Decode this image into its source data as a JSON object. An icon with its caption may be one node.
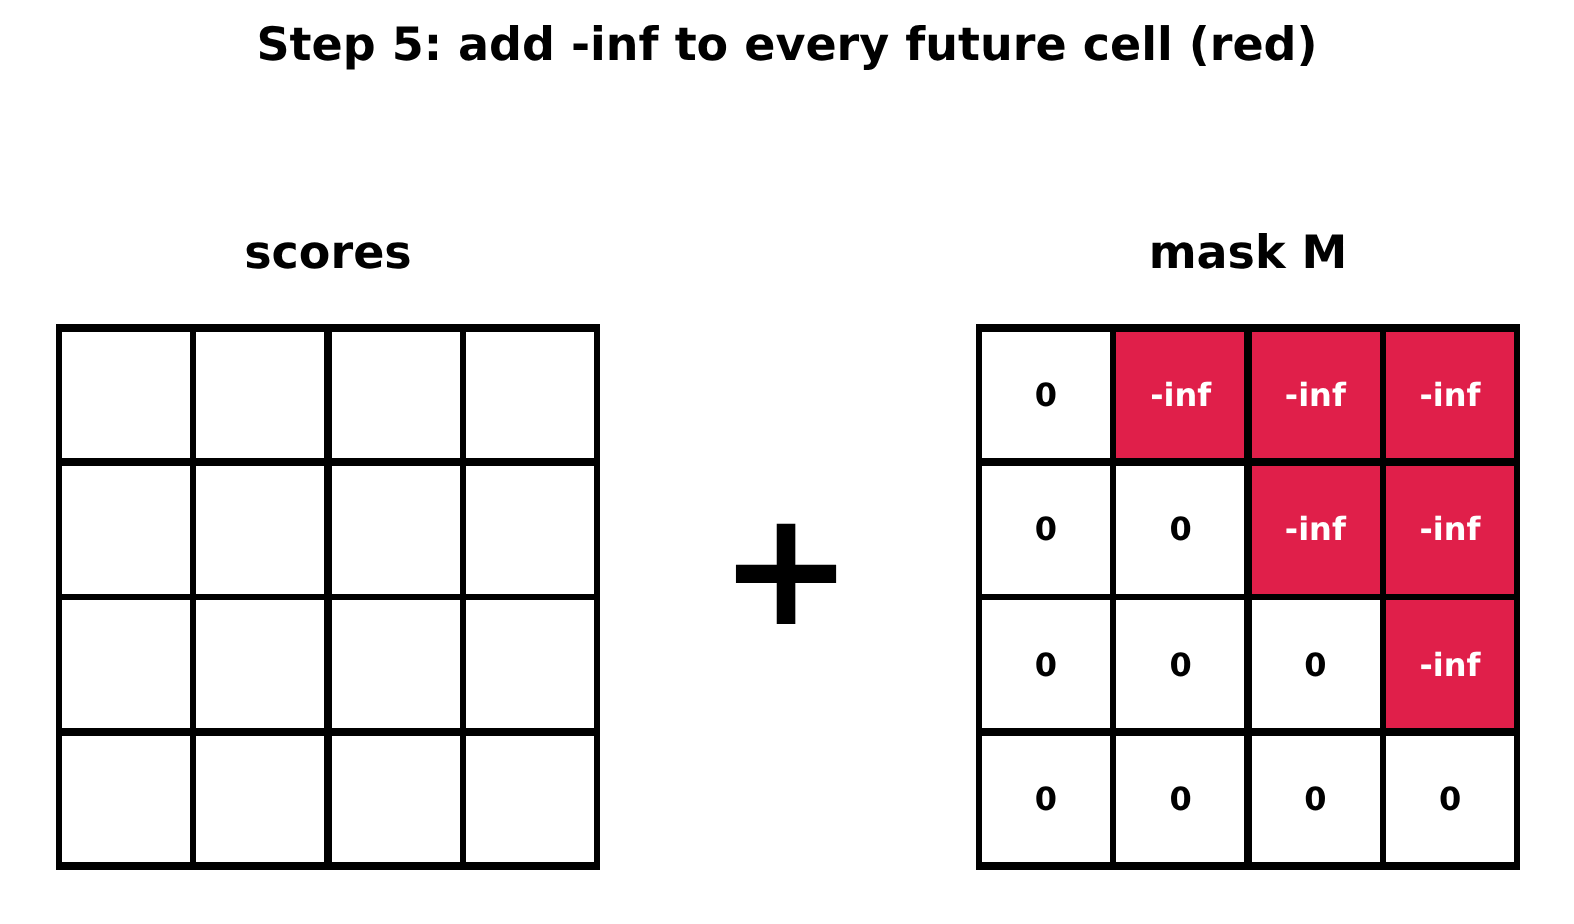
{
  "diagram": {
    "title": "Step 5: add -inf to every future cell (red)",
    "nodes": [
      {
        "text": [
          "scores"
        ]
      },
      {
        "text": [],
        "shape": "box",
        "in": 0
      },
      {
        "text": [],
        "shape": "box",
        "in": 0
      },
      {
        "text": [],
        "shape": "box",
        "in": 0
      },
      {
        "text": [],
        "shape": "box",
        "in": 0
      },
      {
        "text": [],
        "shape": "box",
        "in": 0
      },
      {
        "text": [],
        "shape": "box",
        "in": 0
      },
      {
        "text": [],
        "shape": "box",
        "in": 0
      },
      {
        "text": [],
        "shape": "box",
        "in": 0
      },
      {
        "text": [],
        "shape": "box",
        "in": 0
      },
      {
        "text": [],
        "shape": "box",
        "in": 0
      },
      {
        "text": [],
        "shape": "box",
        "in": 0
      },
      {
        "text": [],
        "shape": "box",
        "in": 0
      },
      {
        "text": [],
        "shape": "box",
        "in": 0
      },
      {
        "text": [],
        "shape": "box",
        "in": 0
      },
      {
        "text": [],
        "shape": "box",
        "in": 0
      },
      {
        "text": [],
        "shape": "box",
        "in": 0
      },
      {
        "text": [
          "mask M"
        ]
      },
      {
        "text": [
          "0"
        ],
        "in": 17
      },
      {
        "text": [
          "-inf"
        ],
        "in": 17
      },
      {
        "text": [
          "-inf"
        ],
        "in": 17
      },
      {
        "text": [
          "-inf"
        ],
        "in": 17
      },
      {
        "text": [
          "0"
        ],
        "in": 17
      },
      {
        "text": [
          "0"
        ],
        "in": 17
      },
      {
        "text": [
          "-inf"
        ],
        "in": 17
      },
      {
        "text": [
          "-inf"
        ],
        "in": 17
      },
      {
        "text": [
          "0"
        ],
        "in": 17
      },
      {
        "text": [
          "0"
        ],
        "in": 17
      },
      {
        "text": [
          "0"
        ],
        "in": 17
      },
      {
        "text": [
          "-inf"
        ],
        "in": 17
      },
      {
        "text": [
          "0"
        ],
        "in": 17
      },
      {
        "text": [
          "0"
        ],
        "in": 17
      },
      {
        "text": [
          "0"
        ],
        "in": 17
      },
      {
        "text": [
          "0"
        ],
        "in": 17
      }
    ],
    "labels": [
      "+"
    ]
  }
}
